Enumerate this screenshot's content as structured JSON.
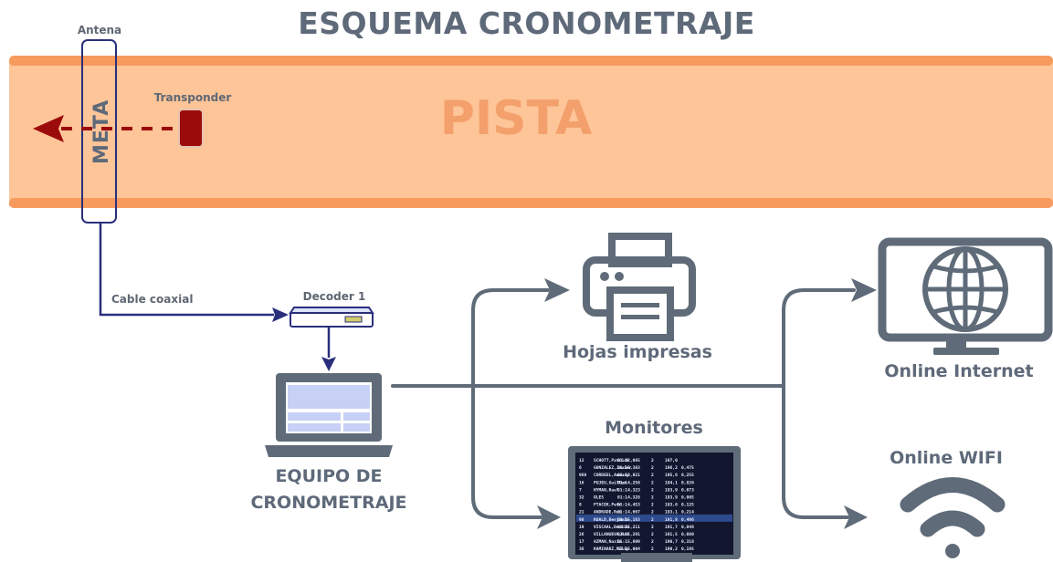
{
  "title": "ESQUEMA CRONOMETRAJE",
  "track": {
    "label": "PISTA"
  },
  "finish": {
    "label": "META"
  },
  "labels": {
    "antenna": "Antena",
    "transponder": "Transponder",
    "cable": "Cable coaxial",
    "decoder": "Decoder 1",
    "equipment_line1": "EQUIPO DE",
    "equipment_line2": "CRONOMETRAJE",
    "printed": "Hojas impresas",
    "monitors": "Monitores",
    "internet": "Online Internet",
    "wifi": "Online WIFI"
  },
  "monitor_rows": [
    [
      "12",
      "SCHOTT,Patrick",
      "01:12,065",
      "2",
      "197,0",
      ""
    ],
    [
      "6",
      "GONZALEZ,Javier",
      "01:15,303",
      "2",
      "196,2",
      "0,475"
    ],
    [
      "968",
      "CORDEEL,Amaury",
      "01:13,021",
      "2",
      "195,6",
      "0,255"
    ],
    [
      "16",
      "PUJEU,Guillem",
      "01:14,256",
      "2",
      "194,1",
      "0,826"
    ],
    [
      "7",
      "HYMAN,Raul",
      "01:14,323",
      "2",
      "193,9",
      "0,073"
    ],
    [
      "32",
      "OLES",
      "01:14,328",
      "2",
      "193,9",
      "0,005"
    ],
    [
      "8",
      "PTACEK,Petr",
      "01:14,453",
      "2",
      "193,6",
      "0,125"
    ],
    [
      "21",
      "ANDRADE,Rui",
      "01:14,667",
      "2",
      "193,1",
      "0,214"
    ],
    [
      "98",
      "ROALD,Benjamin",
      "01:15,163",
      "2",
      "191,8",
      "0,496"
    ],
    [
      "19",
      "VISCAAL,BentLU",
      "01:15,211",
      "2",
      "191,7",
      "0,048"
    ],
    [
      "26",
      "VILLANUEVA,Raf",
      "01:15,291",
      "2",
      "191,5",
      "0,080"
    ],
    [
      "17",
      "AZMAN,Nazim",
      "01:15,609",
      "2",
      "190,7",
      "0,318"
    ],
    [
      "36",
      "KAMINARZ,Filip",
      "01:15,004",
      "2",
      "190,2",
      "0,195"
    ]
  ],
  "colors": {
    "track_fill": "#fdc598",
    "track_edge": "#f79a5e",
    "track_text": "#f4a06c",
    "text_gray": "#5e6979",
    "icon_gray": "#5f6b78",
    "navy": "#2a2f7c",
    "dark_red": "#9c0b0b",
    "screen_blue": "#c7d0f5"
  }
}
